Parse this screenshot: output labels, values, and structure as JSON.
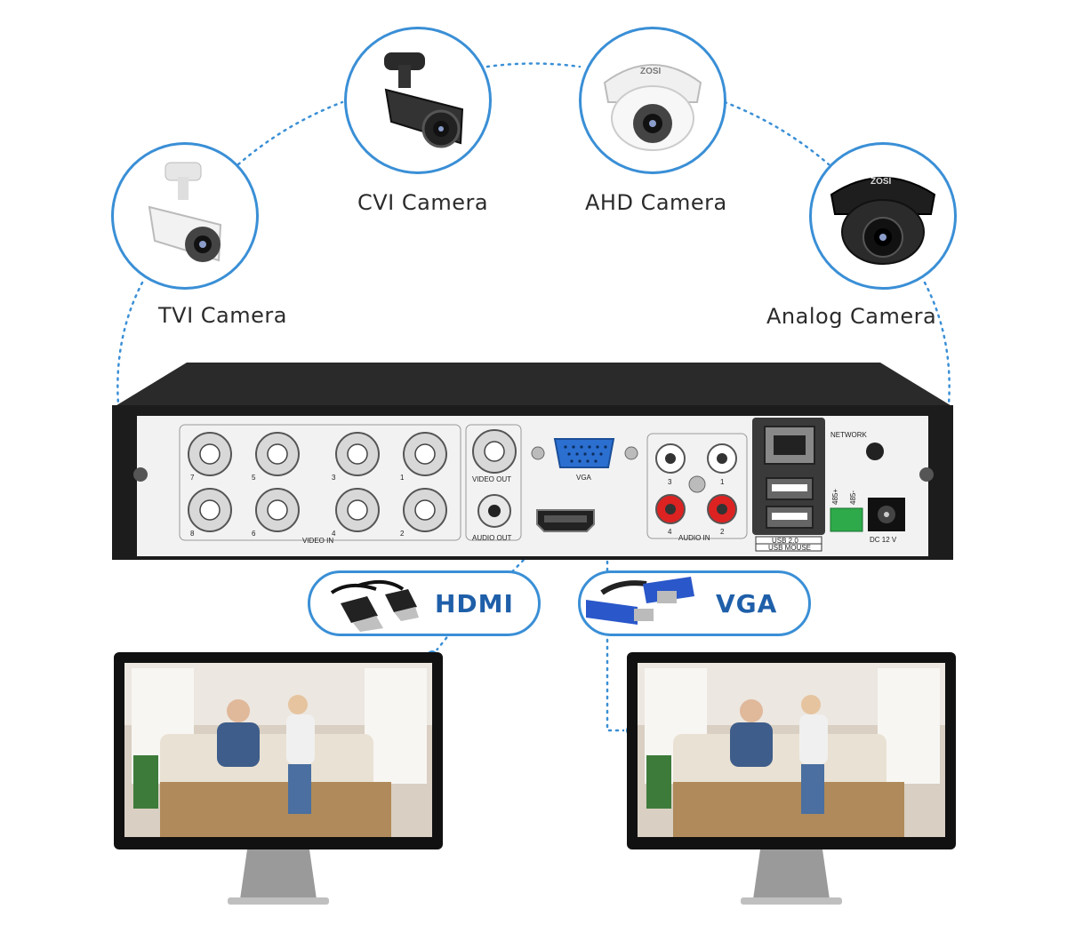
{
  "cameras": [
    {
      "label": "TVI Camera"
    },
    {
      "label": "CVI Camera"
    },
    {
      "label": "AHD Camera"
    },
    {
      "label": "Analog Camera"
    }
  ],
  "camera_brand": "ZOSI",
  "dvr": {
    "group_labels": {
      "video_in": "VIDEO IN",
      "video_out": "VIDEO OUT",
      "audio_out": "AUDIO OUT",
      "vga": "VGA",
      "audio_in": "AUDIO IN",
      "network": "NETWORK",
      "usb": "USB 2.0",
      "usb_mouse": "USB MOUSE",
      "dc": "DC 12 V",
      "rs485_plus": "485+",
      "rs485_minus": "485-"
    },
    "video_in_numbers": [
      "7",
      "5",
      "3",
      "1",
      "8",
      "6",
      "4",
      "2"
    ],
    "audio_in_numbers": [
      "3",
      "1",
      "4",
      "2"
    ]
  },
  "connections": [
    {
      "label": "HDMI"
    },
    {
      "label": "VGA"
    }
  ],
  "colors": {
    "accent_blue": "#3a8fd6",
    "label_blue": "#1f5fa9",
    "dvr_body": "#1c1c1c",
    "panel": "#f2f2f2"
  },
  "icons": [
    "bullet-camera-icon",
    "dome-camera-icon",
    "hdmi-cable-icon",
    "vga-cable-icon",
    "monitor-icon"
  ]
}
